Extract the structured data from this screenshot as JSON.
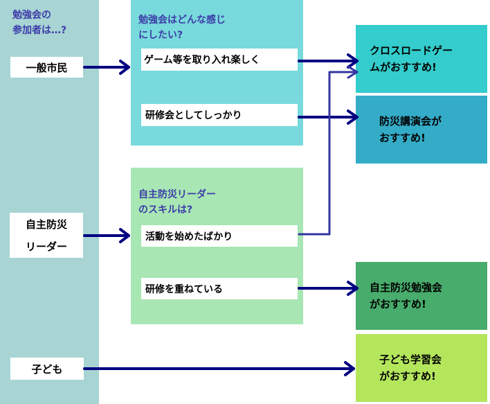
{
  "participants": {
    "title": "勉強会の\n参加者は…?",
    "items": [
      {
        "label": "一般市民"
      },
      {
        "label": "自主防災\nリーダー"
      },
      {
        "label": "子ども"
      }
    ]
  },
  "question_general": {
    "title": "勉強会はどんな感じ\nにしたい?",
    "options": [
      {
        "label": "ゲーム等を取り入れ楽しく"
      },
      {
        "label": "研修会としてしっかり"
      }
    ]
  },
  "question_leader": {
    "title": "自主防災リーダー\nのスキルは?",
    "options": [
      {
        "label": "活動を始めたばかり"
      },
      {
        "label": "研修を重ねている"
      }
    ]
  },
  "results": [
    {
      "label": "クロスロードゲー\nムがおすすめ!",
      "color": "#34cccc"
    },
    {
      "label": "防災講演会が\nおすすめ!",
      "color": "#34acc8"
    },
    {
      "label": "自主防災勉強会\nがおすすめ!",
      "color": "#48ac6c"
    },
    {
      "label": "子ども学習会\nがおすすめ!",
      "color": "#b4e65c"
    }
  ],
  "colors": {
    "arrow": "#000080",
    "arrow_secondary": "#3434a0"
  }
}
